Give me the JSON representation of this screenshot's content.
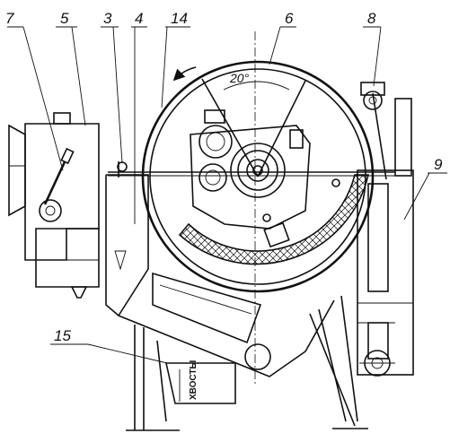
{
  "diagram": {
    "callouts": [
      {
        "id": "7",
        "text": "7"
      },
      {
        "id": "5",
        "text": "5"
      },
      {
        "id": "3",
        "text": "3"
      },
      {
        "id": "4",
        "text": "4"
      },
      {
        "id": "14",
        "text": "14"
      },
      {
        "id": "6",
        "text": "6"
      },
      {
        "id": "8",
        "text": "8"
      },
      {
        "id": "9",
        "text": "9"
      },
      {
        "id": "15",
        "text": "15"
      }
    ],
    "angle_label": "20°",
    "tailings_label": "ХВОСТЫ"
  }
}
